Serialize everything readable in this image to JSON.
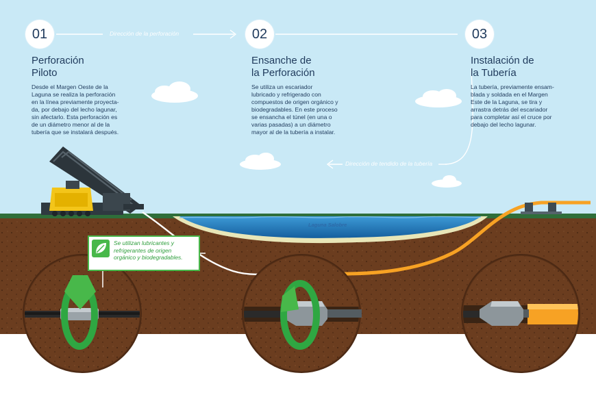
{
  "steps": [
    {
      "number": "01",
      "title_line1": "Perforación",
      "title_line2": "Piloto",
      "desc": [
        "Desde el Margen Oeste de la",
        "Laguna se realiza la perforación",
        "en la línea previamente proyecta-",
        "da, por debajo del lecho lagunar,",
        "sin afectarlo. Esta perforación es",
        "de un diámetro menor al de la",
        "tubería que se instalará después."
      ]
    },
    {
      "number": "02",
      "title_line1": "Ensanche de",
      "title_line2": "la Perforación",
      "desc": [
        "Se utiliza un escariador",
        "lubricado y refrigerado con",
        "compuestos de origen orgánico y",
        "biodegradables. En este proceso",
        "se ensancha el túnel (en una o",
        "varias pasadas) a un diámetro",
        "mayor al de la tubería a instalar."
      ]
    },
    {
      "number": "03",
      "title_line1": "Instalación de",
      "title_line2": "la Tubería",
      "desc": [
        "La tubería, previamente ensam-",
        "blada y soldada en el Margen",
        "Este de la Laguna, se tira y",
        "arrastra detrás del escariador",
        "para completar así el cruce por",
        "debajo del lecho lagunar."
      ]
    }
  ],
  "direction_drilling": "Dirección de la perforación",
  "direction_pipe": "Dirección de tendido de la tubería",
  "lagoon_label": "Laguna Salobre",
  "note": [
    "Se utilizan lubricantes y",
    "refrigerantes de origen",
    "orgánico y biodegradables."
  ],
  "colors": {
    "sky": "#c9e9f6",
    "ground": "#6b3d1f",
    "grass": "#2f6e3a",
    "water": "#1b76b8",
    "pipe": "#f7a224",
    "green_accent": "#48b84a",
    "text": "#1f3a5c"
  },
  "icons": [
    "drill-rig-icon",
    "leaf-icon",
    "rotation-arrow-icon",
    "reamer-icon"
  ]
}
